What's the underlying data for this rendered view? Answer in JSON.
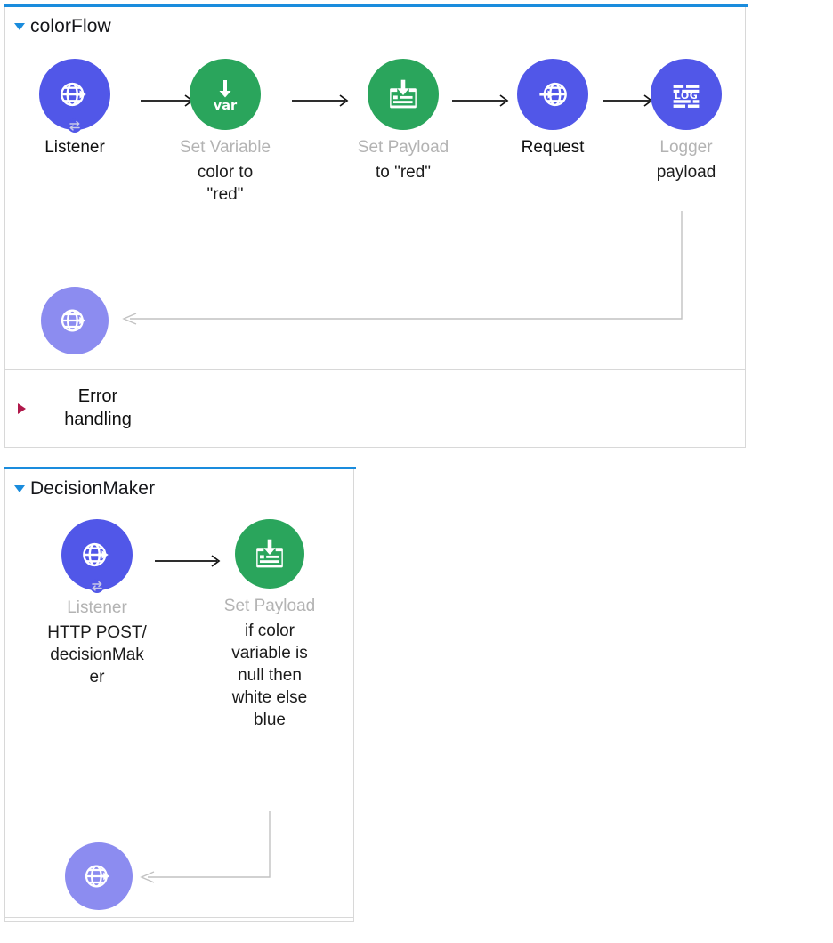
{
  "app": {
    "accent_blue": "#1a8cdd",
    "node_blue": "#5157e8",
    "node_blue_light": "#8c8cf0",
    "node_green": "#2aa55c",
    "error_red": "#b0184a",
    "border_gray": "#d8d8d8",
    "muted_text": "#b3b3b3"
  },
  "flows": [
    {
      "title": "colorFlow",
      "twisty": "expanded-triangle-icon",
      "nodes": [
        {
          "icon": "http-listener-icon",
          "type": "Listener",
          "name": "",
          "type_dark": true,
          "color": "#5157e8"
        },
        {
          "icon": "set-variable-icon",
          "type": "Set Variable",
          "name": "color to\n\"red\"",
          "type_dark": false,
          "color": "#2aa55c"
        },
        {
          "icon": "set-payload-icon",
          "type": "Set Payload",
          "name": "to \"red\"",
          "type_dark": false,
          "color": "#2aa55c"
        },
        {
          "icon": "http-request-icon",
          "type": "Request",
          "name": "",
          "type_dark": true,
          "color": "#5157e8"
        },
        {
          "icon": "logger-icon",
          "type": "Logger",
          "name": "payload",
          "type_dark": false,
          "color": "#5157e8"
        }
      ],
      "response_node": {
        "icon": "http-response-icon",
        "color": "#8c8cf0"
      },
      "error_section": {
        "label": "Error\nhandling",
        "twisty": "collapsed-triangle-icon"
      }
    },
    {
      "title": "DecisionMaker",
      "twisty": "expanded-triangle-icon",
      "nodes": [
        {
          "icon": "http-listener-icon",
          "type": "Listener",
          "name": "HTTP POST/\ndecisionMak\ner",
          "type_dark": false,
          "color": "#5157e8"
        },
        {
          "icon": "set-payload-icon",
          "type": "Set Payload",
          "name": "if color\nvariable is\nnull then\nwhite else\nblue",
          "type_dark": false,
          "color": "#2aa55c"
        }
      ],
      "response_node": {
        "icon": "http-response-icon",
        "color": "#8c8cf0"
      }
    }
  ]
}
